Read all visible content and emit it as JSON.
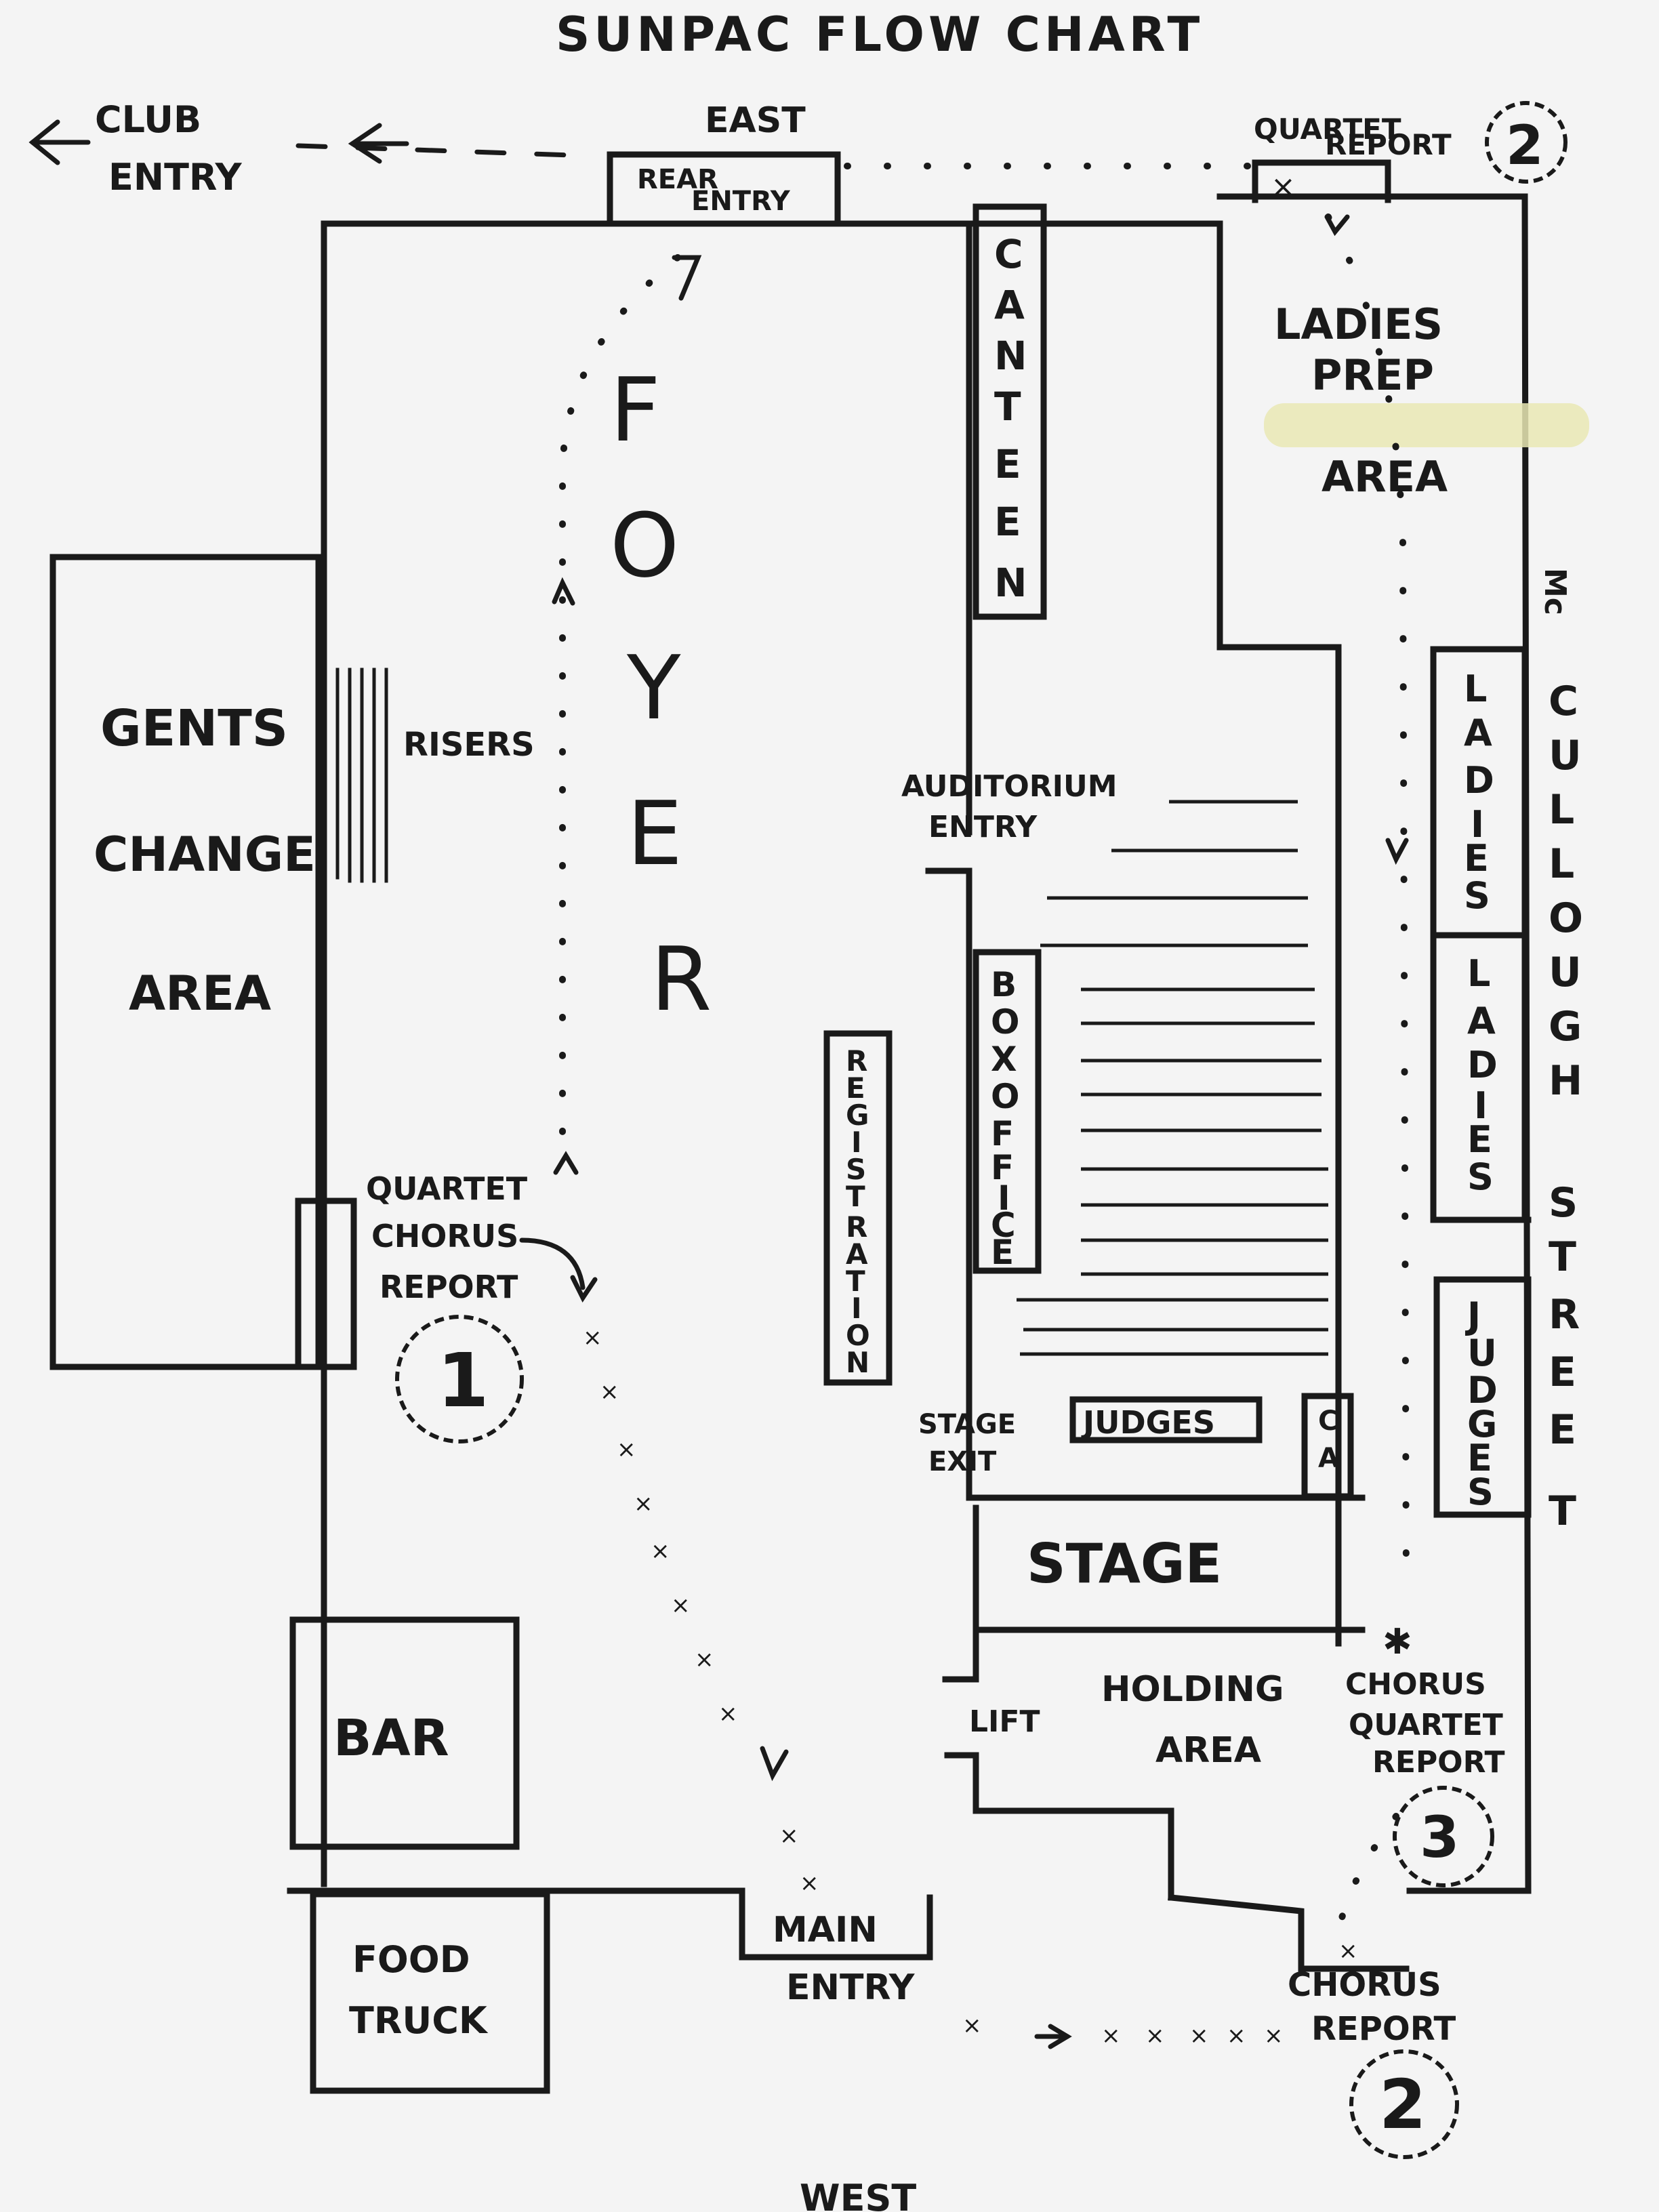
{
  "title": "SUNPAC FLOW CHART",
  "compass": {
    "east": "EAST",
    "west": "WEST"
  },
  "club_entry": {
    "line1": "CLUB",
    "line2": "ENTRY"
  },
  "rear_entry": {
    "line1": "REAR",
    "line2": "ENTRY"
  },
  "quartet_report_top": {
    "line1": "QUARTET",
    "line2": "REPORT",
    "number": "2"
  },
  "foyer": {
    "letters": [
      "F",
      "O",
      "Y",
      "E",
      "R"
    ]
  },
  "canteen": {
    "letters": [
      "C",
      "A",
      "N",
      "T",
      "E",
      "E",
      "N"
    ]
  },
  "ladies_prep": {
    "line1": "LADIES",
    "line2": "PREP",
    "line3": "AREA"
  },
  "street": {
    "prefix": "Mc",
    "letters": [
      "C",
      "U",
      "L",
      "L",
      "O",
      "U",
      "G",
      "H",
      "S",
      "T",
      "R",
      "E",
      "E",
      "T"
    ]
  },
  "ladies_toilet_1": {
    "letters": [
      "L",
      "A",
      "D",
      "I",
      "E",
      "S"
    ]
  },
  "ladies_toilet_2": {
    "letters": [
      "L",
      "A",
      "D",
      "I",
      "E",
      "S"
    ]
  },
  "judges_side": {
    "letters": [
      "J",
      "U",
      "D",
      "G",
      "E",
      "S"
    ]
  },
  "gents": {
    "line1": "GENTS",
    "line2": "CHANGE",
    "line3": "AREA"
  },
  "risers": "RISERS",
  "auditorium_entry": {
    "line1": "AUDITORIUM",
    "line2": "ENTRY"
  },
  "box_office": {
    "letters": [
      "B",
      "O",
      "X",
      "O",
      "F",
      "F",
      "I",
      "C",
      "E"
    ]
  },
  "registration": {
    "letters": [
      "R",
      "E",
      "G",
      "I",
      "S",
      "T",
      "R",
      "A",
      "T",
      "I",
      "O",
      "N"
    ]
  },
  "quartet_chorus_report": {
    "line1": "QUARTET",
    "line2": "CHORUS",
    "line3": "REPORT",
    "number": "1"
  },
  "stage_exit": {
    "line1": "STAGE",
    "line2": "EXIT"
  },
  "judges_front": "JUDGES",
  "ca_box": {
    "line1": "C",
    "line2": "A"
  },
  "stage": "STAGE",
  "bar": "BAR",
  "lift": "LIFT",
  "holding_area": {
    "line1": "HOLDING",
    "line2": "AREA"
  },
  "chorus_quartet_report": {
    "line1": "CHORUS",
    "line2": "QUARTET",
    "line3": "REPORT",
    "number": "3"
  },
  "main_entry": {
    "line1": "MAIN",
    "line2": "ENTRY"
  },
  "food_truck": {
    "line1": "FOOD",
    "line2": "TRUCK"
  },
  "chorus_report_bottom": {
    "line1": "CHORUS",
    "line2": "REPORT",
    "number": "2"
  },
  "colors": {
    "ink": "#1a1a1a",
    "paper": "#f4f4f4",
    "highlight": "#e9e7b4"
  }
}
